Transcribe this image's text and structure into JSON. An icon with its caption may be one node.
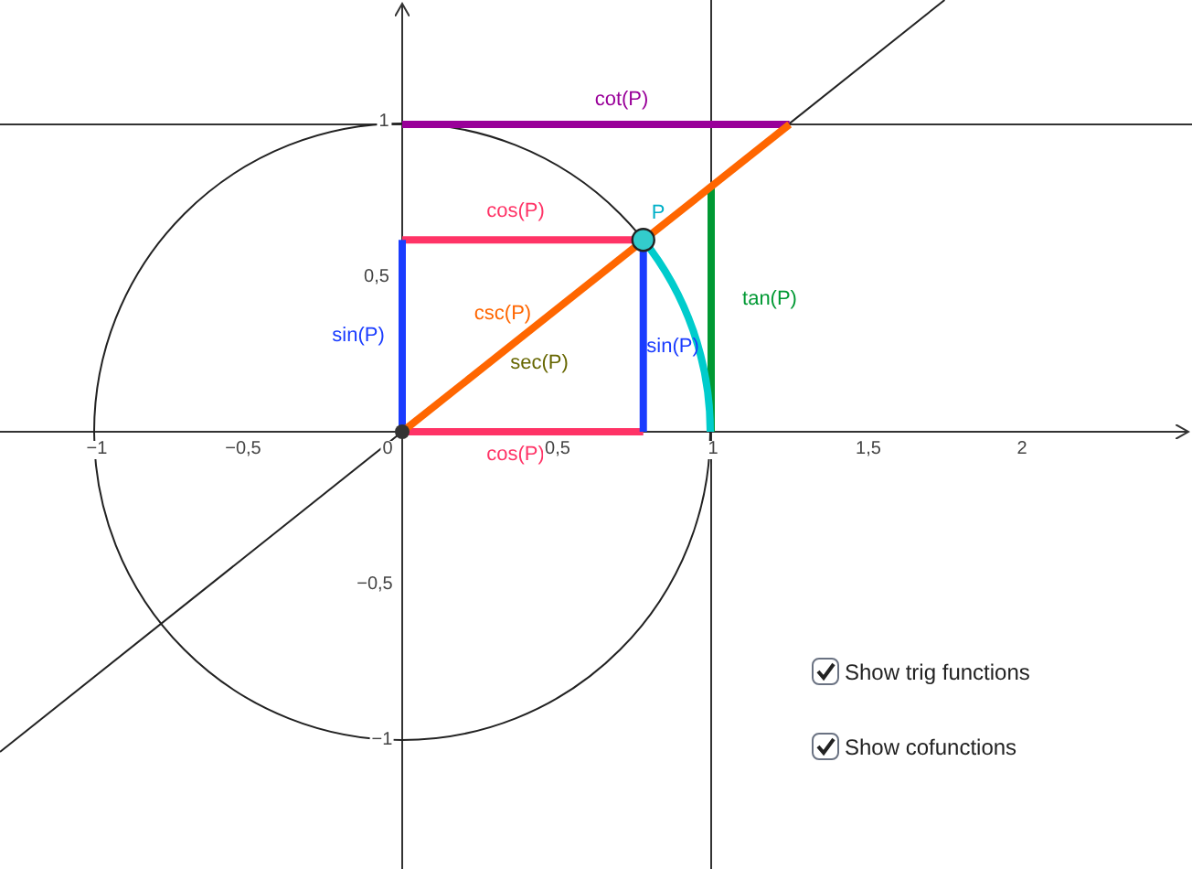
{
  "diagram": {
    "labels": [
      "cot(P)",
      "1",
      "cos(P)",
      "P",
      "0,5",
      "sin(P)",
      "csc(P)",
      "tan(P)",
      "sin(P)",
      "sec(P)",
      "−1",
      "−0,5",
      "0",
      "cos(P)",
      "0,5",
      "1",
      "1,5",
      "2",
      "−0,5",
      "Show trig functions",
      "−1",
      "Show cofunctions"
    ]
  }
}
